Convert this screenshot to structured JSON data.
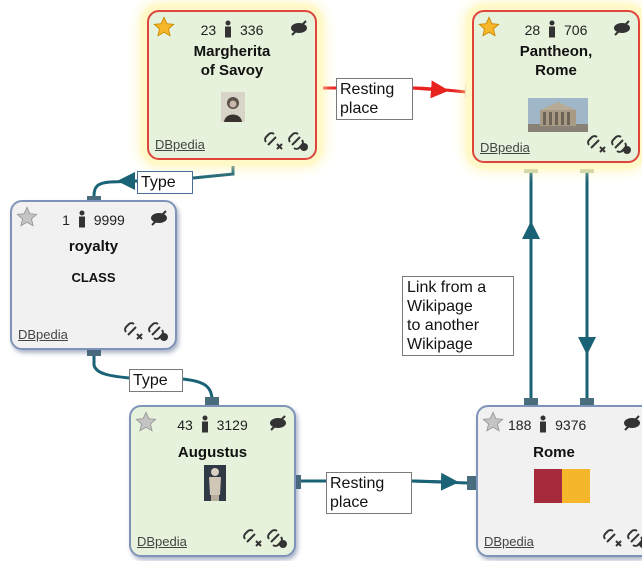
{
  "colors": {
    "edge_teal": "#1a6275",
    "edge_red": "#e8221d",
    "node_green": "#e6f2dc",
    "node_grey": "#f1f1f1",
    "selected_border": "#e0453b",
    "rome_flag_left": "#a52a3c",
    "rome_flag_right": "#f6b62b"
  },
  "nodes": {
    "margherita": {
      "count_a": "23",
      "count_b": "336",
      "title_line1": "Margherita",
      "title_line2": "of Savoy",
      "source": "DBpedia",
      "starred": true,
      "thumb": "portrait-photo"
    },
    "pantheon": {
      "count_a": "28",
      "count_b": "706",
      "title_line1": "Pantheon,",
      "title_line2": "Rome",
      "source": "DBpedia",
      "starred": true,
      "thumb": "building-photo"
    },
    "royalty": {
      "count_a": "1",
      "count_b": "9999",
      "title": "royalty",
      "subtitle": "CLASS",
      "source": "DBpedia",
      "starred": false
    },
    "augustus": {
      "count_a": "43",
      "count_b": "3129",
      "title": "Augustus",
      "source": "DBpedia",
      "starred": false,
      "thumb": "statue-photo"
    },
    "rome": {
      "count_a": "188",
      "count_b": "9376",
      "title": "Rome",
      "source": "DBpedia",
      "starred": false,
      "thumb": "flag"
    }
  },
  "edge_labels": {
    "resting_place_top_line1": "Resting",
    "resting_place_top_line2": "place",
    "type_top": "Type",
    "type_bottom": "Type",
    "resting_place_bottom_line1": "Resting",
    "resting_place_bottom_line2": "place",
    "wikilink_line1": "Link from a",
    "wikilink_line2": "Wikipage",
    "wikilink_line3": "to another",
    "wikilink_line4": "Wikipage"
  },
  "icons": {
    "star": "star-icon",
    "person": "person-icon",
    "hide": "eye-slash-icon",
    "unlink": "unlink-icon",
    "link": "link-icon"
  }
}
